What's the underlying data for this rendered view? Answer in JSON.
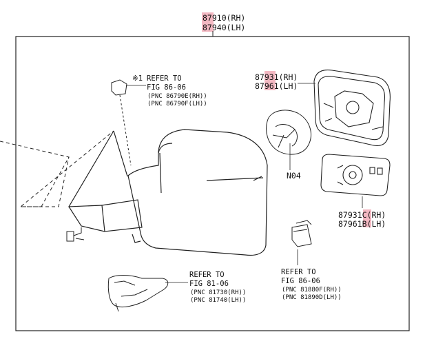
{
  "assembly": {
    "rh": "87910(RH)",
    "lh": "87940(LH)"
  },
  "glass": {
    "rh": "87931(RH)",
    "lh": "87961(LH)"
  },
  "mirror_plate": {
    "rh": "87931C(RH)",
    "lh": "87961B(LH)"
  },
  "cover_label": "N04",
  "callouts": {
    "top": {
      "prefix": "※1",
      "refer": "REFER TO",
      "fig": "FIG 86-06",
      "pnc1": "(PNC 86790E(RH))",
      "pnc2": "(PNC 86790F(LH))"
    },
    "bottom_left": {
      "refer": "REFER TO",
      "fig": "FIG 81-06",
      "pnc1": "(PNC 81730(RH))",
      "pnc2": "(PNC 81740(LH))"
    },
    "bottom_right": {
      "refer": "REFER TO",
      "fig": "FIG 86-06",
      "pnc1": "(PNC 81880F(RH))",
      "pnc2": "(PNC 81890D(LH))"
    }
  },
  "colors": {
    "highlight": "#f3b8c2",
    "line": "#222222"
  }
}
